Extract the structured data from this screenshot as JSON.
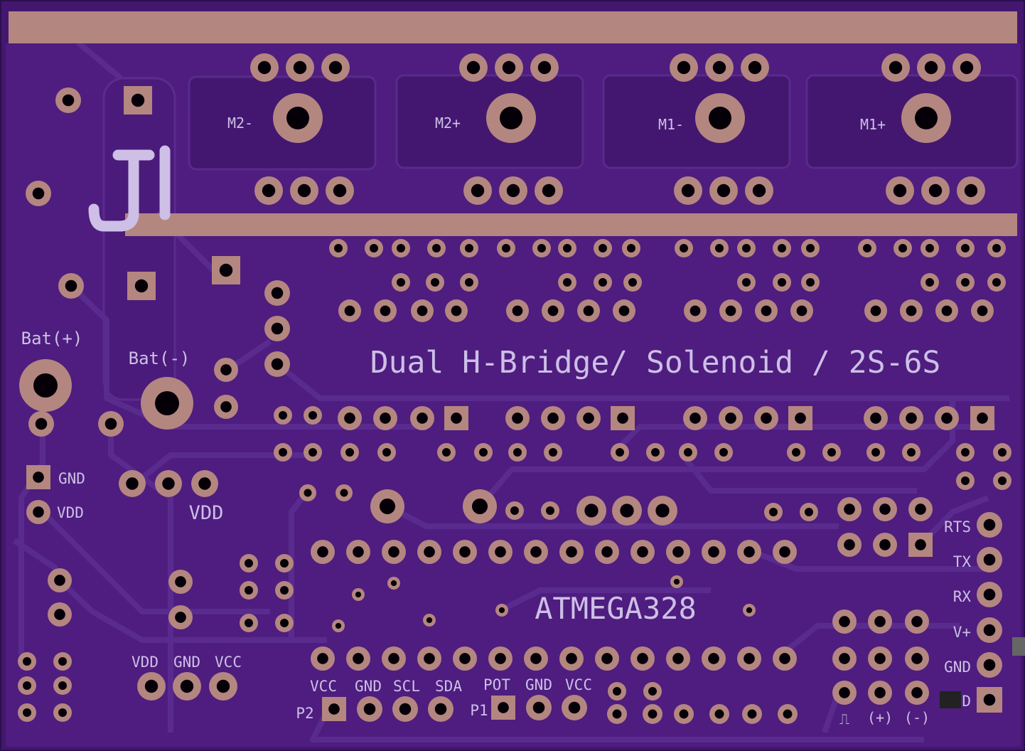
{
  "board": {
    "colors": {
      "substrate": "#44176f",
      "pour": "#4e1d7f",
      "trace": "#5a2b8e",
      "copper": "#b48680",
      "drill": "#050007",
      "silk": "#cdbfe6"
    },
    "title": "Dual H-Bridge/ Solenoid / 2S-6S",
    "mcu": "ATMEGA328",
    "designator": "J1"
  },
  "motor_labels": [
    "M2-",
    "M2+",
    "M1-",
    "M1+"
  ],
  "power_labels": {
    "bat_pos": "Bat(+)",
    "bat_neg": "Bat(-)"
  },
  "left_labels": {
    "gnd": "GND",
    "vdd": "VDD",
    "vdd_big": "VDD"
  },
  "servo_header": [
    "VDD",
    "GND",
    "VCC"
  ],
  "p2": {
    "name": "P2",
    "pins": [
      "VCC",
      "GND",
      "SCL",
      "SDA"
    ]
  },
  "p1": {
    "name": "P1",
    "pins": [
      "POT",
      "GND",
      "VCC"
    ]
  },
  "serial_header": [
    "RTS",
    "TX",
    "RX",
    "V+",
    "GND",
    "D"
  ],
  "signal_header": [
    "⎍",
    "(+)",
    "(-)"
  ]
}
